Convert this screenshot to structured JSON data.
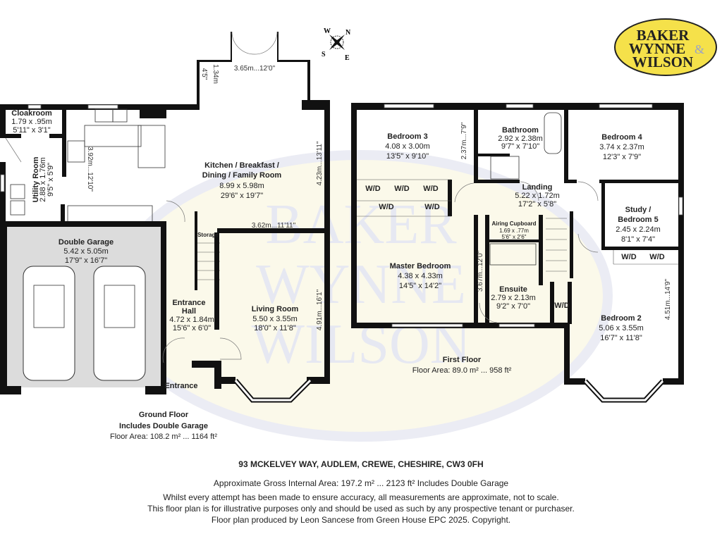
{
  "logo": {
    "line1": "BAKER",
    "line2": "WYNNE",
    "amp": "&",
    "line3": "WILSON",
    "fill": "#f5e14a"
  },
  "watermark": {
    "line1": "BAKER",
    "line2": "WYNNE",
    "line3": "WILSON"
  },
  "compass": {
    "n": "N",
    "s": "S",
    "e": "E",
    "w": "W"
  },
  "ground_floor": {
    "rooms": {
      "cloakroom": {
        "name": "Cloakroom",
        "metric": "1.79 x .95m",
        "imperial": "5'11\" x 3'1\""
      },
      "utility": {
        "name": "Utility Room",
        "metric": "2.88 x 1.76m",
        "imperial": "9'5\" x 5'9\""
      },
      "kitchen": {
        "name1": "Kitchen / Breakfast /",
        "name2": "Dining / Family Room",
        "metric": "8.99 x 5.98m",
        "imperial": "29'6\" x 19'7\""
      },
      "garage": {
        "name": "Double Garage",
        "metric": "5.42 x 5.05m",
        "imperial": "17'9\" x 16'7\""
      },
      "hall": {
        "name1": "Entrance",
        "name2": "Hall",
        "metric": "4.72 x 1.84m",
        "imperial": "15'6\" x 6'0\""
      },
      "storage": {
        "name": "Storage"
      },
      "living": {
        "name": "Living Room",
        "metric": "5.50 x 3.55m",
        "imperial": "18'0\" x 11'8\""
      }
    },
    "dims": {
      "bay_width": "3.65m...12'0\"",
      "bay_depth_m": "1.34m",
      "bay_depth_ft": "4'5\"",
      "kitchen_depth": "3.92m...12'10\"",
      "kitchen_right": "4.23m...13'11\"",
      "living_width": "3.62m...11'11\"",
      "living_depth": "4.91m...16'1\""
    },
    "entrance_label": "Entrance",
    "caption": {
      "title": "Ground Floor",
      "subtitle": "Includes Double Garage",
      "area": "Floor Area: 108.2 m² ... 1164 ft²"
    }
  },
  "first_floor": {
    "rooms": {
      "bedroom3": {
        "name": "Bedroom 3",
        "metric": "4.08 x 3.00m",
        "imperial": "13'5\" x 9'10\""
      },
      "bathroom": {
        "name": "Bathroom",
        "metric": "2.92 x 2.38m",
        "imperial": "9'7\" x 7'10\""
      },
      "bedroom4": {
        "name": "Bedroom 4",
        "metric": "3.74 x 2.37m",
        "imperial": "12'3\" x 7'9\""
      },
      "landing": {
        "name": "Landing",
        "metric": "5.22 x 1.72m",
        "imperial": "17'2\" x 5'8\""
      },
      "study": {
        "name1": "Study /",
        "name2": "Bedroom 5",
        "metric": "2.45 x 2.24m",
        "imperial": "8'1\" x 7'4\""
      },
      "airing": {
        "name": "Airing Cupboard",
        "metric": "1.69 x .77m",
        "imperial": "5'6\" x 2'6\""
      },
      "master": {
        "name": "Master Bedroom",
        "metric": "4.38 x 4.33m",
        "imperial": "14'5\" x 14'2\""
      },
      "ensuite": {
        "name": "Ensuite",
        "metric": "2.79 x 2.13m",
        "imperial": "9'2\" x 7'0\""
      },
      "bedroom2": {
        "name": "Bedroom 2",
        "metric": "5.06 x 3.55m",
        "imperial": "16'7\" x 11'8\""
      }
    },
    "wardrobe_label": "W/D",
    "dims": {
      "bedroom3_depth": "2.37m...7'9\"",
      "master_depth": "3.67m...12'0\"",
      "bedroom2_depth": "4.51m...14'9\""
    },
    "caption": {
      "title": "First Floor",
      "area": "Floor Area: 89.0 m² ... 958 ft²"
    }
  },
  "footer": {
    "address": "93 MCKELVEY WAY, AUDLEM, CREWE, CHESHIRE, CW3 0FH",
    "gross_area": "Approximate Gross Internal Area: 197.2 m² ... 2123 ft² Includes Double Garage",
    "disclaimer1": "Whilst every attempt has been made to ensure accuracy, all measurements are approximate, not to scale.",
    "disclaimer2": "This floor plan is for illustrative purposes only and should be used as such by any prospective tenant or purchaser.",
    "credit": "Floor plan produced by Leon Sancese from Green House EPC 2025. Copyright."
  }
}
